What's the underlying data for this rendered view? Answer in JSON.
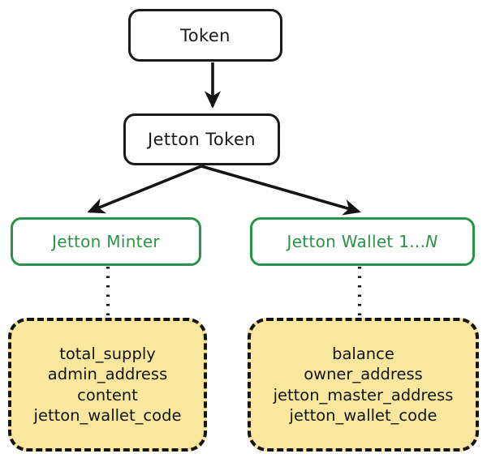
{
  "diagram": {
    "title": "Token / Jetton Token contract hierarchy",
    "colors": {
      "outline_black": "#1a1a1a",
      "outline_green": "#2b9348",
      "attr_fill_yellow": "#f8e79c",
      "attr_outline": "#141414",
      "background": "#ffffff"
    },
    "nodes": {
      "token": {
        "label": "Token"
      },
      "jetton_token": {
        "label": "Jetton Token"
      },
      "jetton_minter": {
        "label": "Jetton Minter"
      },
      "jetton_wallet": {
        "label_prefix": "Jetton Wallet 1...",
        "label_suffix": "N",
        "label": "Jetton Wallet 1...N"
      },
      "minter_attrs": {
        "lines": [
          "total_supply",
          "admin_address",
          "content",
          "jetton_wallet_code"
        ]
      },
      "wallet_attrs": {
        "lines": [
          "balance",
          "owner_address",
          "jetton_master_address",
          "jetton_wallet_code"
        ]
      }
    },
    "edges": [
      {
        "from": "token",
        "to": "jetton_token",
        "style": "solid-arrow"
      },
      {
        "from": "jetton_token",
        "to": "jetton_minter",
        "style": "solid-arrow"
      },
      {
        "from": "jetton_token",
        "to": "jetton_wallet",
        "style": "solid-arrow"
      },
      {
        "from": "jetton_minter",
        "to": "minter_attrs",
        "style": "dotted"
      },
      {
        "from": "jetton_wallet",
        "to": "wallet_attrs",
        "style": "dotted"
      }
    ]
  }
}
